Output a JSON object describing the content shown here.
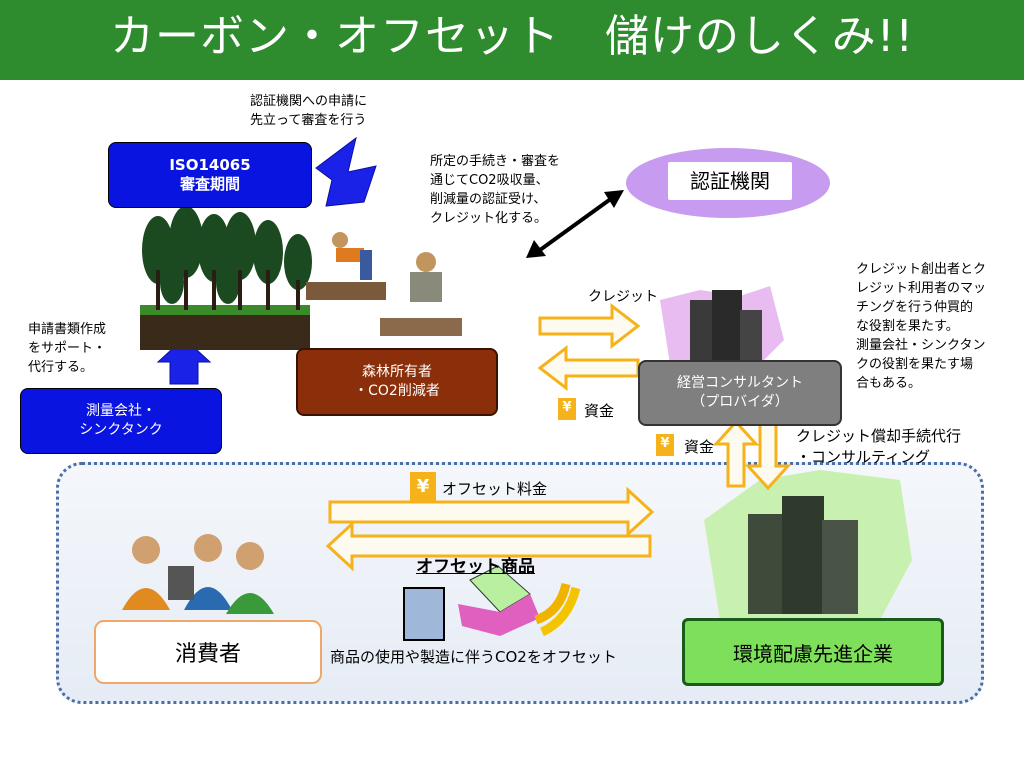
{
  "title": "カーボン・オフセット　儲けのしくみ!!",
  "notes": {
    "pre_audit": "認証機関への申請に\n先立って審査を行う",
    "certification": "所定の手続き・審査を\n通じてCO2吸収量、\n削減量の認証受け、\nクレジット化する。",
    "support": "申請書類作成\nをサポート・\n代行する。",
    "matching": "クレジット創出者とク\nレジット利用者のマッ\nチングを行う仲買的\nな役割を果たす。\n測量会社・シンクタン\nクの役割を果たす場\n合もある。"
  },
  "boxes": {
    "iso": "ISO14065\n審査期間",
    "cert_body": "認証機関",
    "forest_owner": "森林所有者\n・CO2削減者",
    "survey": "測量会社・\nシンクタンク",
    "consultant": "経営コンサルタント\n（プロバイダ）",
    "consumer": "消費者",
    "company": "環境配慮先進企業"
  },
  "labels": {
    "credit": "クレジット",
    "funds_top": "資金",
    "funds_side": "資金",
    "yen": "¥",
    "redemption": "クレジット償却手続代行\n・コンサルティング",
    "offset_fee": "オフセット料金",
    "offset_product": "オフセット商品",
    "offset_desc": "商品の使用や製造に伴うCO2をオフセット"
  },
  "colors": {
    "title_bg": "#2e8b2e",
    "blue_box": "#0a14e0",
    "brown_box": "#8b2e0a",
    "gray_box": "#7f7f7f",
    "green_box": "#7ee05a",
    "lavender": "#c79cf0",
    "arrow_fill": "#fdfaf0",
    "arrow_edge": "#f5b21a"
  }
}
